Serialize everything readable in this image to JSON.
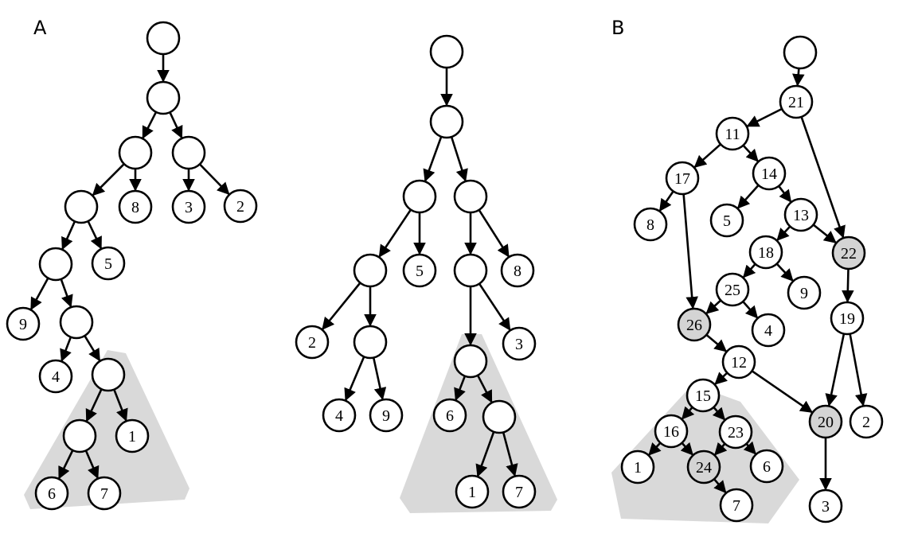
{
  "panels": {
    "A": {
      "label": "A"
    },
    "B": {
      "label": "B"
    }
  },
  "colors": {
    "shaded_fill": "#d9d9d9",
    "node_fill": "#ffffff",
    "highlight_fill": "#d4d4d4",
    "stroke": "#000000"
  },
  "trees": [
    {
      "id": "A-left",
      "nodes": [
        {
          "id": "r",
          "label": ""
        },
        {
          "id": "a",
          "label": ""
        },
        {
          "id": "b",
          "label": ""
        },
        {
          "id": "c",
          "label": ""
        },
        {
          "id": "d",
          "label": ""
        },
        {
          "id": "n8",
          "label": "8"
        },
        {
          "id": "n3",
          "label": "3"
        },
        {
          "id": "n2",
          "label": "2"
        },
        {
          "id": "e",
          "label": ""
        },
        {
          "id": "n5",
          "label": "5"
        },
        {
          "id": "n9",
          "label": "9"
        },
        {
          "id": "f",
          "label": ""
        },
        {
          "id": "n4",
          "label": "4"
        },
        {
          "id": "g",
          "label": ""
        },
        {
          "id": "h",
          "label": ""
        },
        {
          "id": "n1",
          "label": "1"
        },
        {
          "id": "n6",
          "label": "6"
        },
        {
          "id": "n7",
          "label": "7"
        }
      ],
      "edges": [
        [
          "r",
          "a"
        ],
        [
          "a",
          "b"
        ],
        [
          "a",
          "c"
        ],
        [
          "b",
          "d"
        ],
        [
          "b",
          "n8"
        ],
        [
          "c",
          "n3"
        ],
        [
          "c",
          "n2"
        ],
        [
          "d",
          "e"
        ],
        [
          "d",
          "n5"
        ],
        [
          "e",
          "n9"
        ],
        [
          "e",
          "f"
        ],
        [
          "f",
          "n4"
        ],
        [
          "f",
          "g"
        ],
        [
          "g",
          "h"
        ],
        [
          "g",
          "n1"
        ],
        [
          "h",
          "n6"
        ],
        [
          "h",
          "n7"
        ]
      ]
    },
    {
      "id": "A-right",
      "nodes": [
        {
          "id": "r",
          "label": ""
        },
        {
          "id": "a",
          "label": ""
        },
        {
          "id": "b",
          "label": ""
        },
        {
          "id": "c",
          "label": ""
        },
        {
          "id": "d",
          "label": ""
        },
        {
          "id": "n5",
          "label": "5"
        },
        {
          "id": "e",
          "label": ""
        },
        {
          "id": "n8",
          "label": "8"
        },
        {
          "id": "n2",
          "label": "2"
        },
        {
          "id": "f",
          "label": ""
        },
        {
          "id": "n3",
          "label": "3"
        },
        {
          "id": "n4",
          "label": "4"
        },
        {
          "id": "n9",
          "label": "9"
        },
        {
          "id": "g",
          "label": ""
        },
        {
          "id": "n6",
          "label": "6"
        },
        {
          "id": "h",
          "label": ""
        },
        {
          "id": "n1",
          "label": "1"
        },
        {
          "id": "n7",
          "label": "7"
        }
      ],
      "edges": [
        [
          "r",
          "a"
        ],
        [
          "a",
          "b"
        ],
        [
          "a",
          "c"
        ],
        [
          "b",
          "d"
        ],
        [
          "b",
          "n5"
        ],
        [
          "c",
          "e"
        ],
        [
          "c",
          "n8"
        ],
        [
          "d",
          "n2"
        ],
        [
          "d",
          "f"
        ],
        [
          "e",
          "g"
        ],
        [
          "e",
          "n3"
        ],
        [
          "f",
          "n4"
        ],
        [
          "f",
          "n9"
        ],
        [
          "g",
          "n6"
        ],
        [
          "g",
          "h"
        ],
        [
          "h",
          "n1"
        ],
        [
          "h",
          "n7"
        ]
      ]
    },
    {
      "id": "B",
      "nodes": [
        {
          "id": "r",
          "label": ""
        },
        {
          "id": "n21",
          "label": "21"
        },
        {
          "id": "n11",
          "label": "11"
        },
        {
          "id": "n17",
          "label": "17"
        },
        {
          "id": "n14",
          "label": "14"
        },
        {
          "id": "n8",
          "label": "8"
        },
        {
          "id": "n5",
          "label": "5"
        },
        {
          "id": "n13",
          "label": "13"
        },
        {
          "id": "n18",
          "label": "18"
        },
        {
          "id": "n22",
          "label": "22",
          "highlight": true
        },
        {
          "id": "n25",
          "label": "25"
        },
        {
          "id": "n9",
          "label": "9"
        },
        {
          "id": "n26",
          "label": "26",
          "highlight": true
        },
        {
          "id": "n4",
          "label": "4"
        },
        {
          "id": "n19",
          "label": "19"
        },
        {
          "id": "n12",
          "label": "12"
        },
        {
          "id": "n15",
          "label": "15"
        },
        {
          "id": "n16",
          "label": "16"
        },
        {
          "id": "n23",
          "label": "23"
        },
        {
          "id": "n20",
          "label": "20",
          "highlight": true
        },
        {
          "id": "n2",
          "label": "2"
        },
        {
          "id": "n1",
          "label": "1"
        },
        {
          "id": "n24",
          "label": "24",
          "highlight": true
        },
        {
          "id": "n6",
          "label": "6"
        },
        {
          "id": "n7",
          "label": "7"
        },
        {
          "id": "n3",
          "label": "3"
        }
      ],
      "edges": [
        [
          "r",
          "n21"
        ],
        [
          "n21",
          "n11"
        ],
        [
          "n21",
          "n22"
        ],
        [
          "n11",
          "n17"
        ],
        [
          "n11",
          "n14"
        ],
        [
          "n17",
          "n8"
        ],
        [
          "n17",
          "n26"
        ],
        [
          "n14",
          "n5"
        ],
        [
          "n14",
          "n13"
        ],
        [
          "n13",
          "n18"
        ],
        [
          "n13",
          "n22"
        ],
        [
          "n18",
          "n25"
        ],
        [
          "n18",
          "n9"
        ],
        [
          "n25",
          "n26"
        ],
        [
          "n25",
          "n4"
        ],
        [
          "n22",
          "n19"
        ],
        [
          "n26",
          "n12"
        ],
        [
          "n12",
          "n15"
        ],
        [
          "n12",
          "n20"
        ],
        [
          "n19",
          "n20"
        ],
        [
          "n19",
          "n2"
        ],
        [
          "n15",
          "n16"
        ],
        [
          "n15",
          "n23"
        ],
        [
          "n16",
          "n1"
        ],
        [
          "n16",
          "n24"
        ],
        [
          "n23",
          "n24"
        ],
        [
          "n23",
          "n6"
        ],
        [
          "n24",
          "n7"
        ],
        [
          "n20",
          "n3"
        ]
      ]
    }
  ]
}
